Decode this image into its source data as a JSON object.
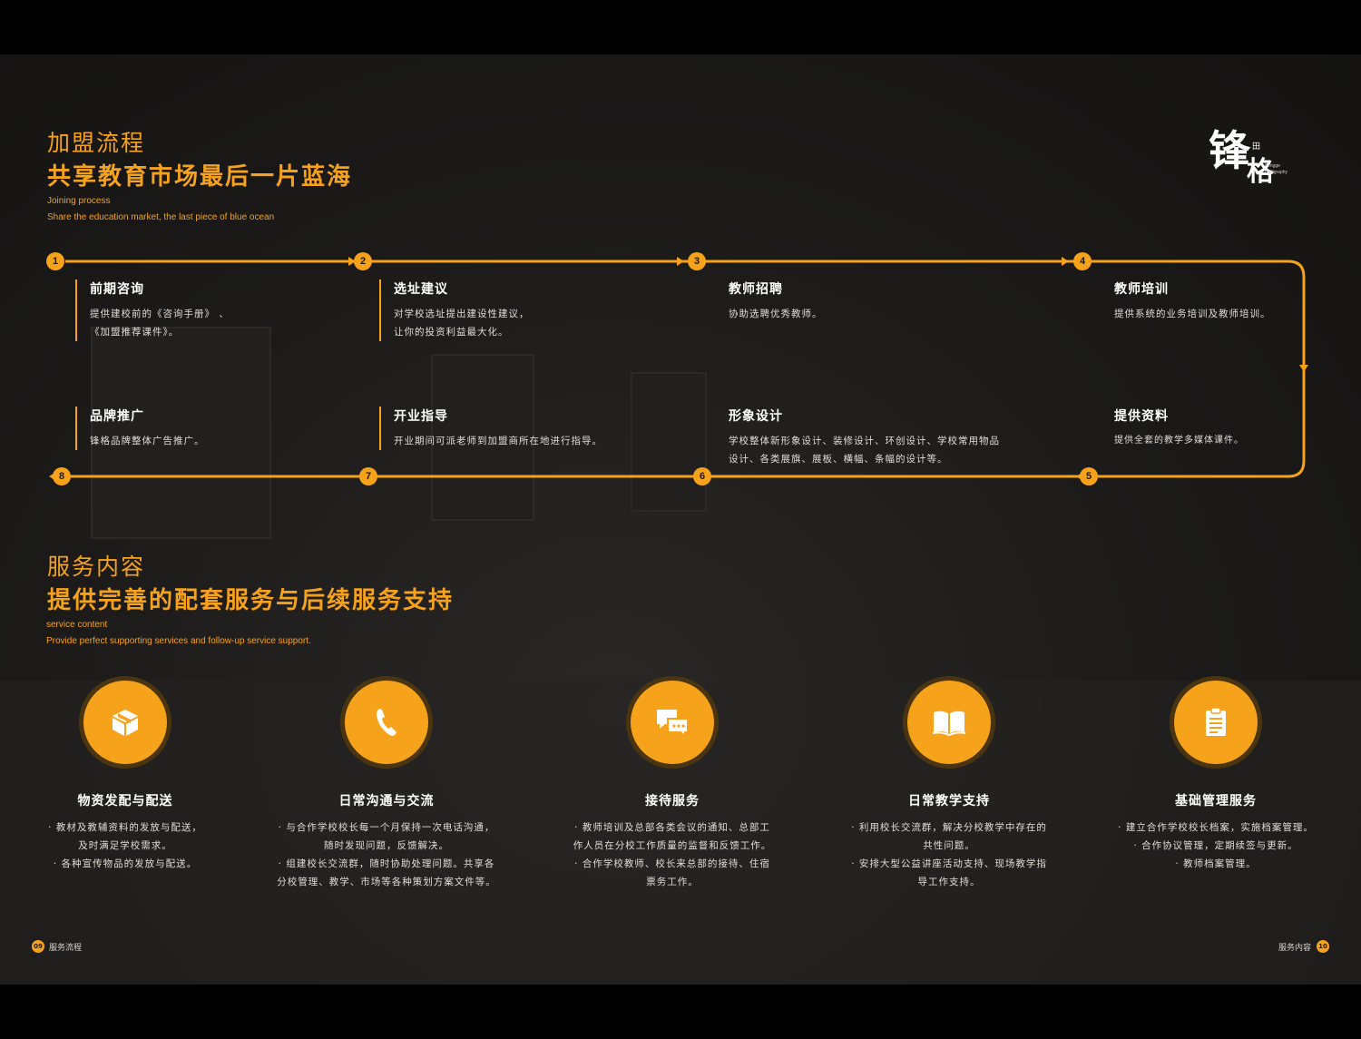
{
  "joining": {
    "title": "加盟流程",
    "headline": "共享教育市场最后一片蓝海",
    "en_title": "Joining process",
    "en_subtitle": "Share the education market, the last piece of blue ocean"
  },
  "logo": {
    "main_char_1": "锋",
    "main_char_2": "格",
    "seal": "田",
    "en_line_1": "Fengge",
    "en_line_2": "Calligraphy"
  },
  "steps": [
    {
      "num": "1",
      "title": "前期咨询",
      "desc": "提供建校前的《咨询手册》 、\n《加盟推荐课件》。"
    },
    {
      "num": "2",
      "title": "选址建议",
      "desc": "对学校选址提出建设性建议，\n让你的投资利益最大化。"
    },
    {
      "num": "3",
      "title": "教师招聘",
      "desc": "协助选聘优秀教师。"
    },
    {
      "num": "4",
      "title": "教师培训",
      "desc": "提供系统的业务培训及教师培训。"
    },
    {
      "num": "5",
      "title": "提供资料",
      "desc": "提供全套的教学多媒体课件。"
    },
    {
      "num": "6",
      "title": "形象设计",
      "desc": "学校整体新形象设计、装修设计、环创设计、学校常用物品\n设计、各类展旗、展板、横幅、条幅的设计等。"
    },
    {
      "num": "7",
      "title": "开业指导",
      "desc": "开业期间可派老师到加盟商所在地进行指导。"
    },
    {
      "num": "8",
      "title": "品牌推广",
      "desc": "锋格品牌整体广告推广。"
    }
  ],
  "service": {
    "title": "服务内容",
    "headline": "提供完善的配套服务与后续服务支持",
    "en_title": "service content",
    "en_subtitle": "Provide perfect supporting services and follow-up service support."
  },
  "services": [
    {
      "icon": "package-icon",
      "title": "物资发配与配送",
      "lines": [
        "· 教材及教辅资料的发放与配送，\n及时满足学校需求。",
        "· 各种宣传物品的发放与配送。"
      ]
    },
    {
      "icon": "phone-icon",
      "title": "日常沟通与交流",
      "lines": [
        "· 与合作学校校长每一个月保持一次电话沟通，\n随时发现问题，反馈解决。",
        "· 组建校长交流群，随时协助处理问题。共享各\n分校管理、教学、市场等各种策划方案文件等。"
      ]
    },
    {
      "icon": "chat-icon",
      "title": "接待服务",
      "lines": [
        "· 教师培训及总部各类会议的通知、总部工\n作人员在分校工作质量的监督和反馈工作。",
        "· 合作学校教师、校长来总部的接待、住宿\n票务工作。"
      ]
    },
    {
      "icon": "book-icon",
      "title": "日常教学支持",
      "lines": [
        "· 利用校长交流群，解决分校教学中存在的\n共性问题。",
        "· 安排大型公益讲座活动支持、现场教学指\n导工作支持。"
      ]
    },
    {
      "icon": "clipboard-icon",
      "title": "基础管理服务",
      "lines": [
        "· 建立合作学校校长档案，实施档案管理。",
        "· 合作协议管理，定期续签与更新。",
        "· 教师档案管理。"
      ]
    }
  ],
  "footer": {
    "left_num": "09",
    "left_label": "服务流程",
    "right_num": "10",
    "right_label": "服务内容"
  },
  "colors": {
    "accent": "#f7a21b",
    "background": "#1b1a19"
  }
}
